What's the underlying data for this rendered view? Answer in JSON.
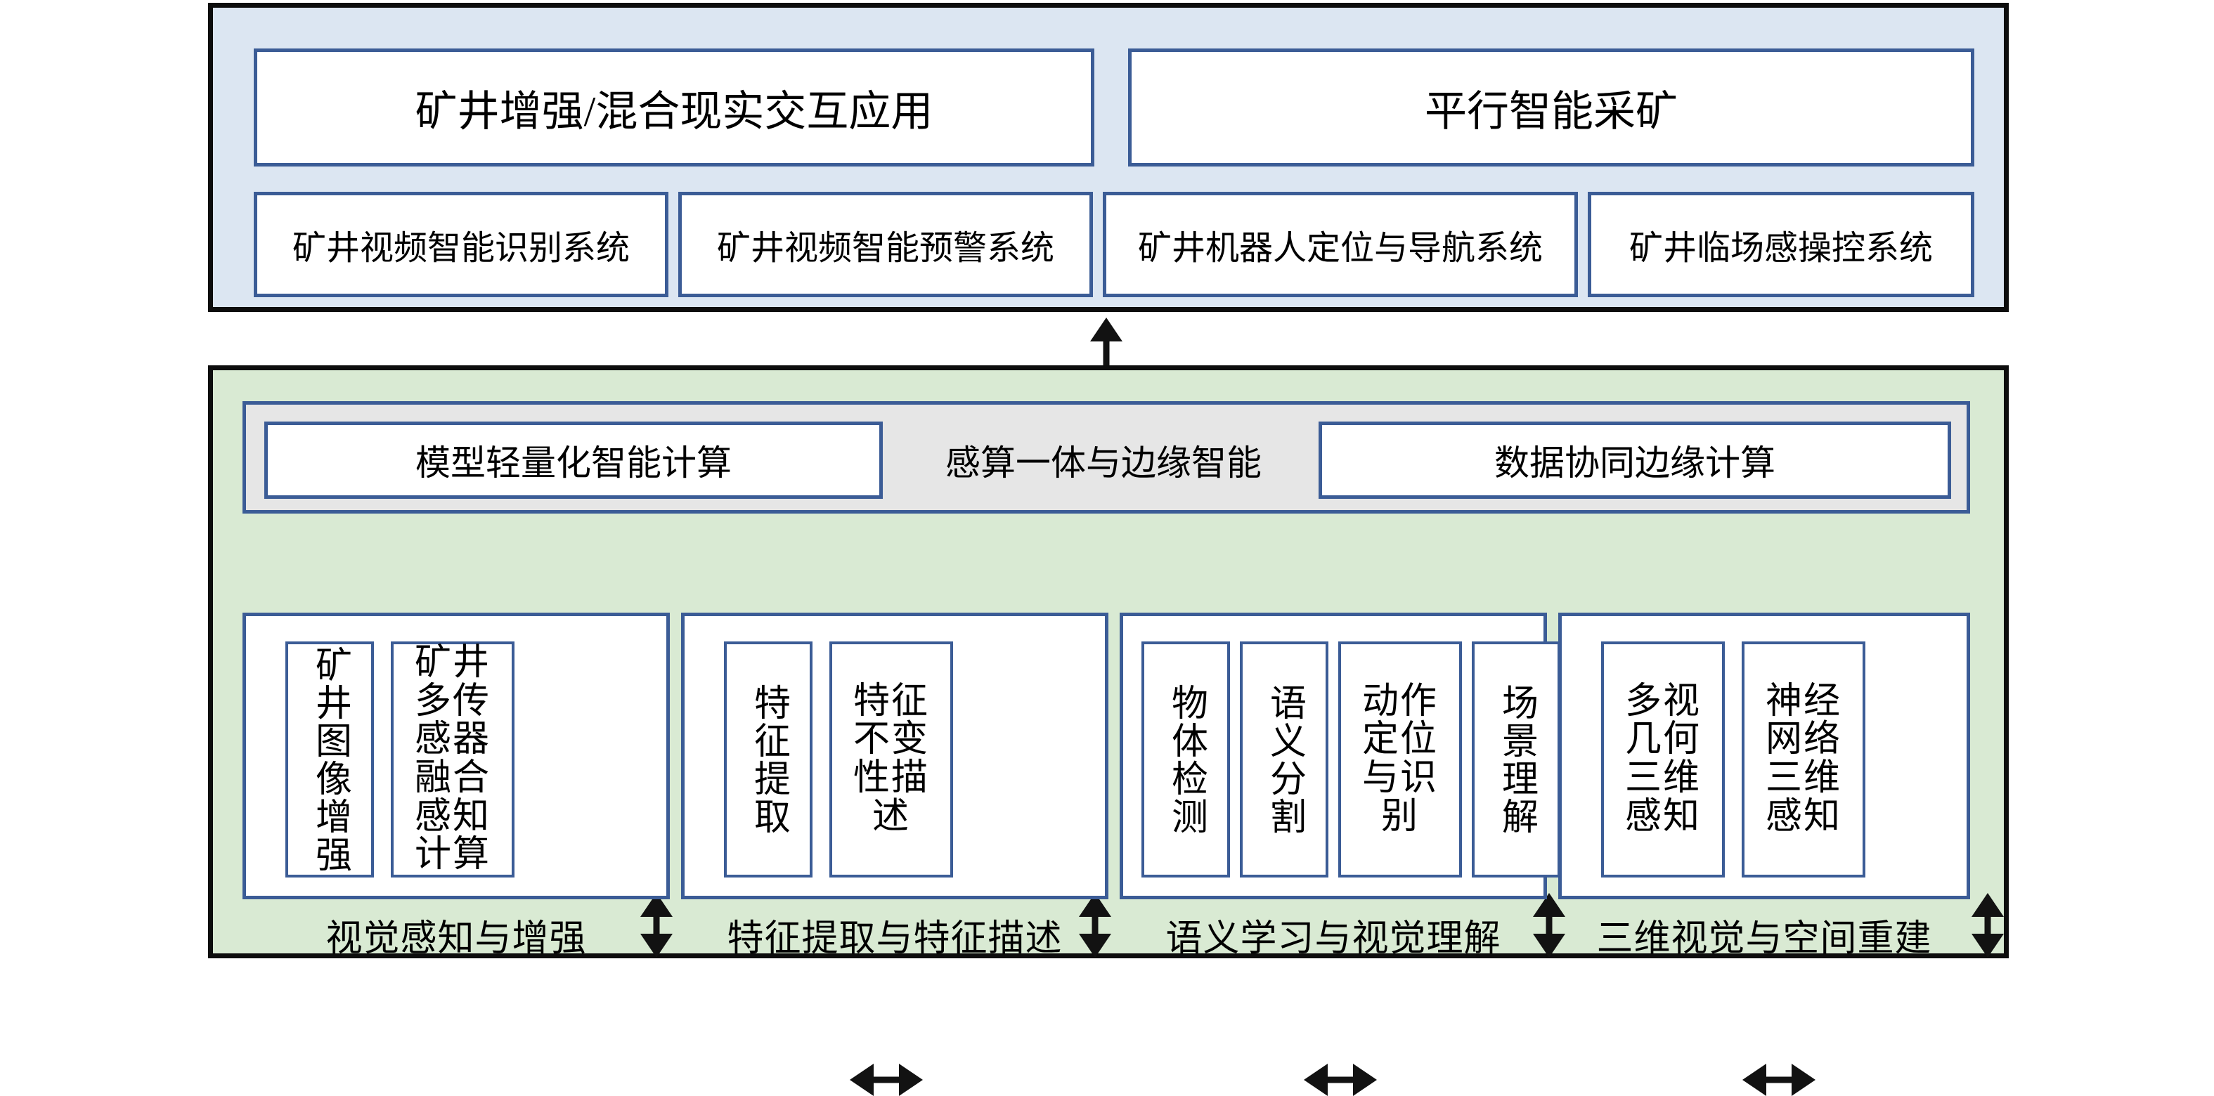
{
  "colors": {
    "application_layer_bg": "#dce6f2",
    "perception_layer_bg": "#d9ead3",
    "edge_band_bg": "#e6e6e6",
    "box_border": "#3b5c96",
    "panel_border": "#0d0d0d",
    "arrow": "#121212",
    "box_fill": "#ffffff"
  },
  "application_layer": {
    "applications": [
      {
        "label": "矿井增强/混合现实交互应用"
      },
      {
        "label": "平行智能采矿"
      }
    ],
    "systems": [
      {
        "label": "矿井视频智能识别系统"
      },
      {
        "label": "矿井视频智能预警系统"
      },
      {
        "label": "矿井机器人定位与导航系统"
      },
      {
        "label": "矿井临场感操控系统"
      }
    ]
  },
  "edge_band": {
    "left_box": "模型轻量化智能计算",
    "center_label": "感算一体与边缘智能",
    "right_box": "数据协同边缘计算"
  },
  "perception_layer": {
    "groups": [
      {
        "caption": "视觉感知与增强",
        "cells": [
          {
            "label": "矿井图像增强",
            "columns": 1
          },
          {
            "label": "矿井多传感器融合感知计算",
            "columns": 2
          }
        ]
      },
      {
        "caption": "特征提取与特征描述",
        "cells": [
          {
            "label": "特征提取",
            "columns": 1
          },
          {
            "label": "特征不变性描述",
            "columns": 2
          }
        ]
      },
      {
        "caption": "语义学习与视觉理解",
        "cells": [
          {
            "label": "物体检测",
            "columns": 1
          },
          {
            "label": "语义分割",
            "columns": 1
          },
          {
            "label": "动作定位与识别",
            "columns": 2
          },
          {
            "label": "场景理解",
            "columns": 1
          }
        ]
      },
      {
        "caption": "三维视觉与空间重建",
        "cells": [
          {
            "label": "多视几何三维感知",
            "columns": 2
          },
          {
            "label": "神经网络三维感知",
            "columns": 2
          }
        ]
      }
    ]
  },
  "connectors": {
    "layer_link": "bidirectional-vertical-arrow",
    "band_to_group": "bidirectional-vertical-arrow",
    "group_to_group": "bidirectional-horizontal-arrow"
  }
}
